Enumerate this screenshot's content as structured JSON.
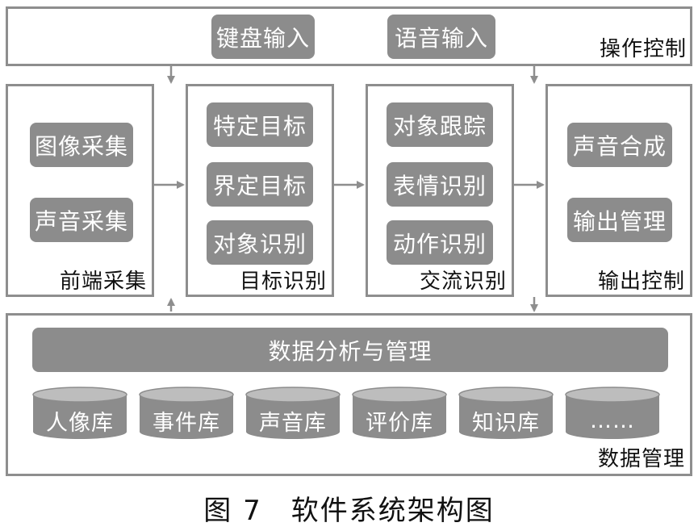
{
  "operation_control": {
    "label": "操作控制",
    "items": [
      "键盘输入",
      "语音输入"
    ]
  },
  "front_capture": {
    "label": "前端采集",
    "items": [
      "图像采集",
      "声音采集"
    ]
  },
  "target_recognition": {
    "label": "目标识别",
    "items": [
      "特定目标",
      "界定目标",
      "对象识别"
    ]
  },
  "communication_recognition": {
    "label": "交流识别",
    "items": [
      "对象跟踪",
      "表情识别",
      "动作识别"
    ]
  },
  "output_control": {
    "label": "输出控制",
    "items": [
      "声音合成",
      "输出管理"
    ]
  },
  "data_management": {
    "label": "数据管理",
    "bar": "数据分析与管理",
    "databases": [
      "人像库",
      "事件库",
      "声音库",
      "评价库",
      "知识库",
      "……"
    ]
  },
  "caption": "图 7　软件系统架构图",
  "colors": {
    "border": "#8e8e8e",
    "pill": "#8c8c8c",
    "cylinder_top": "#bdbdbd",
    "arrow": "#8e8e8e"
  }
}
